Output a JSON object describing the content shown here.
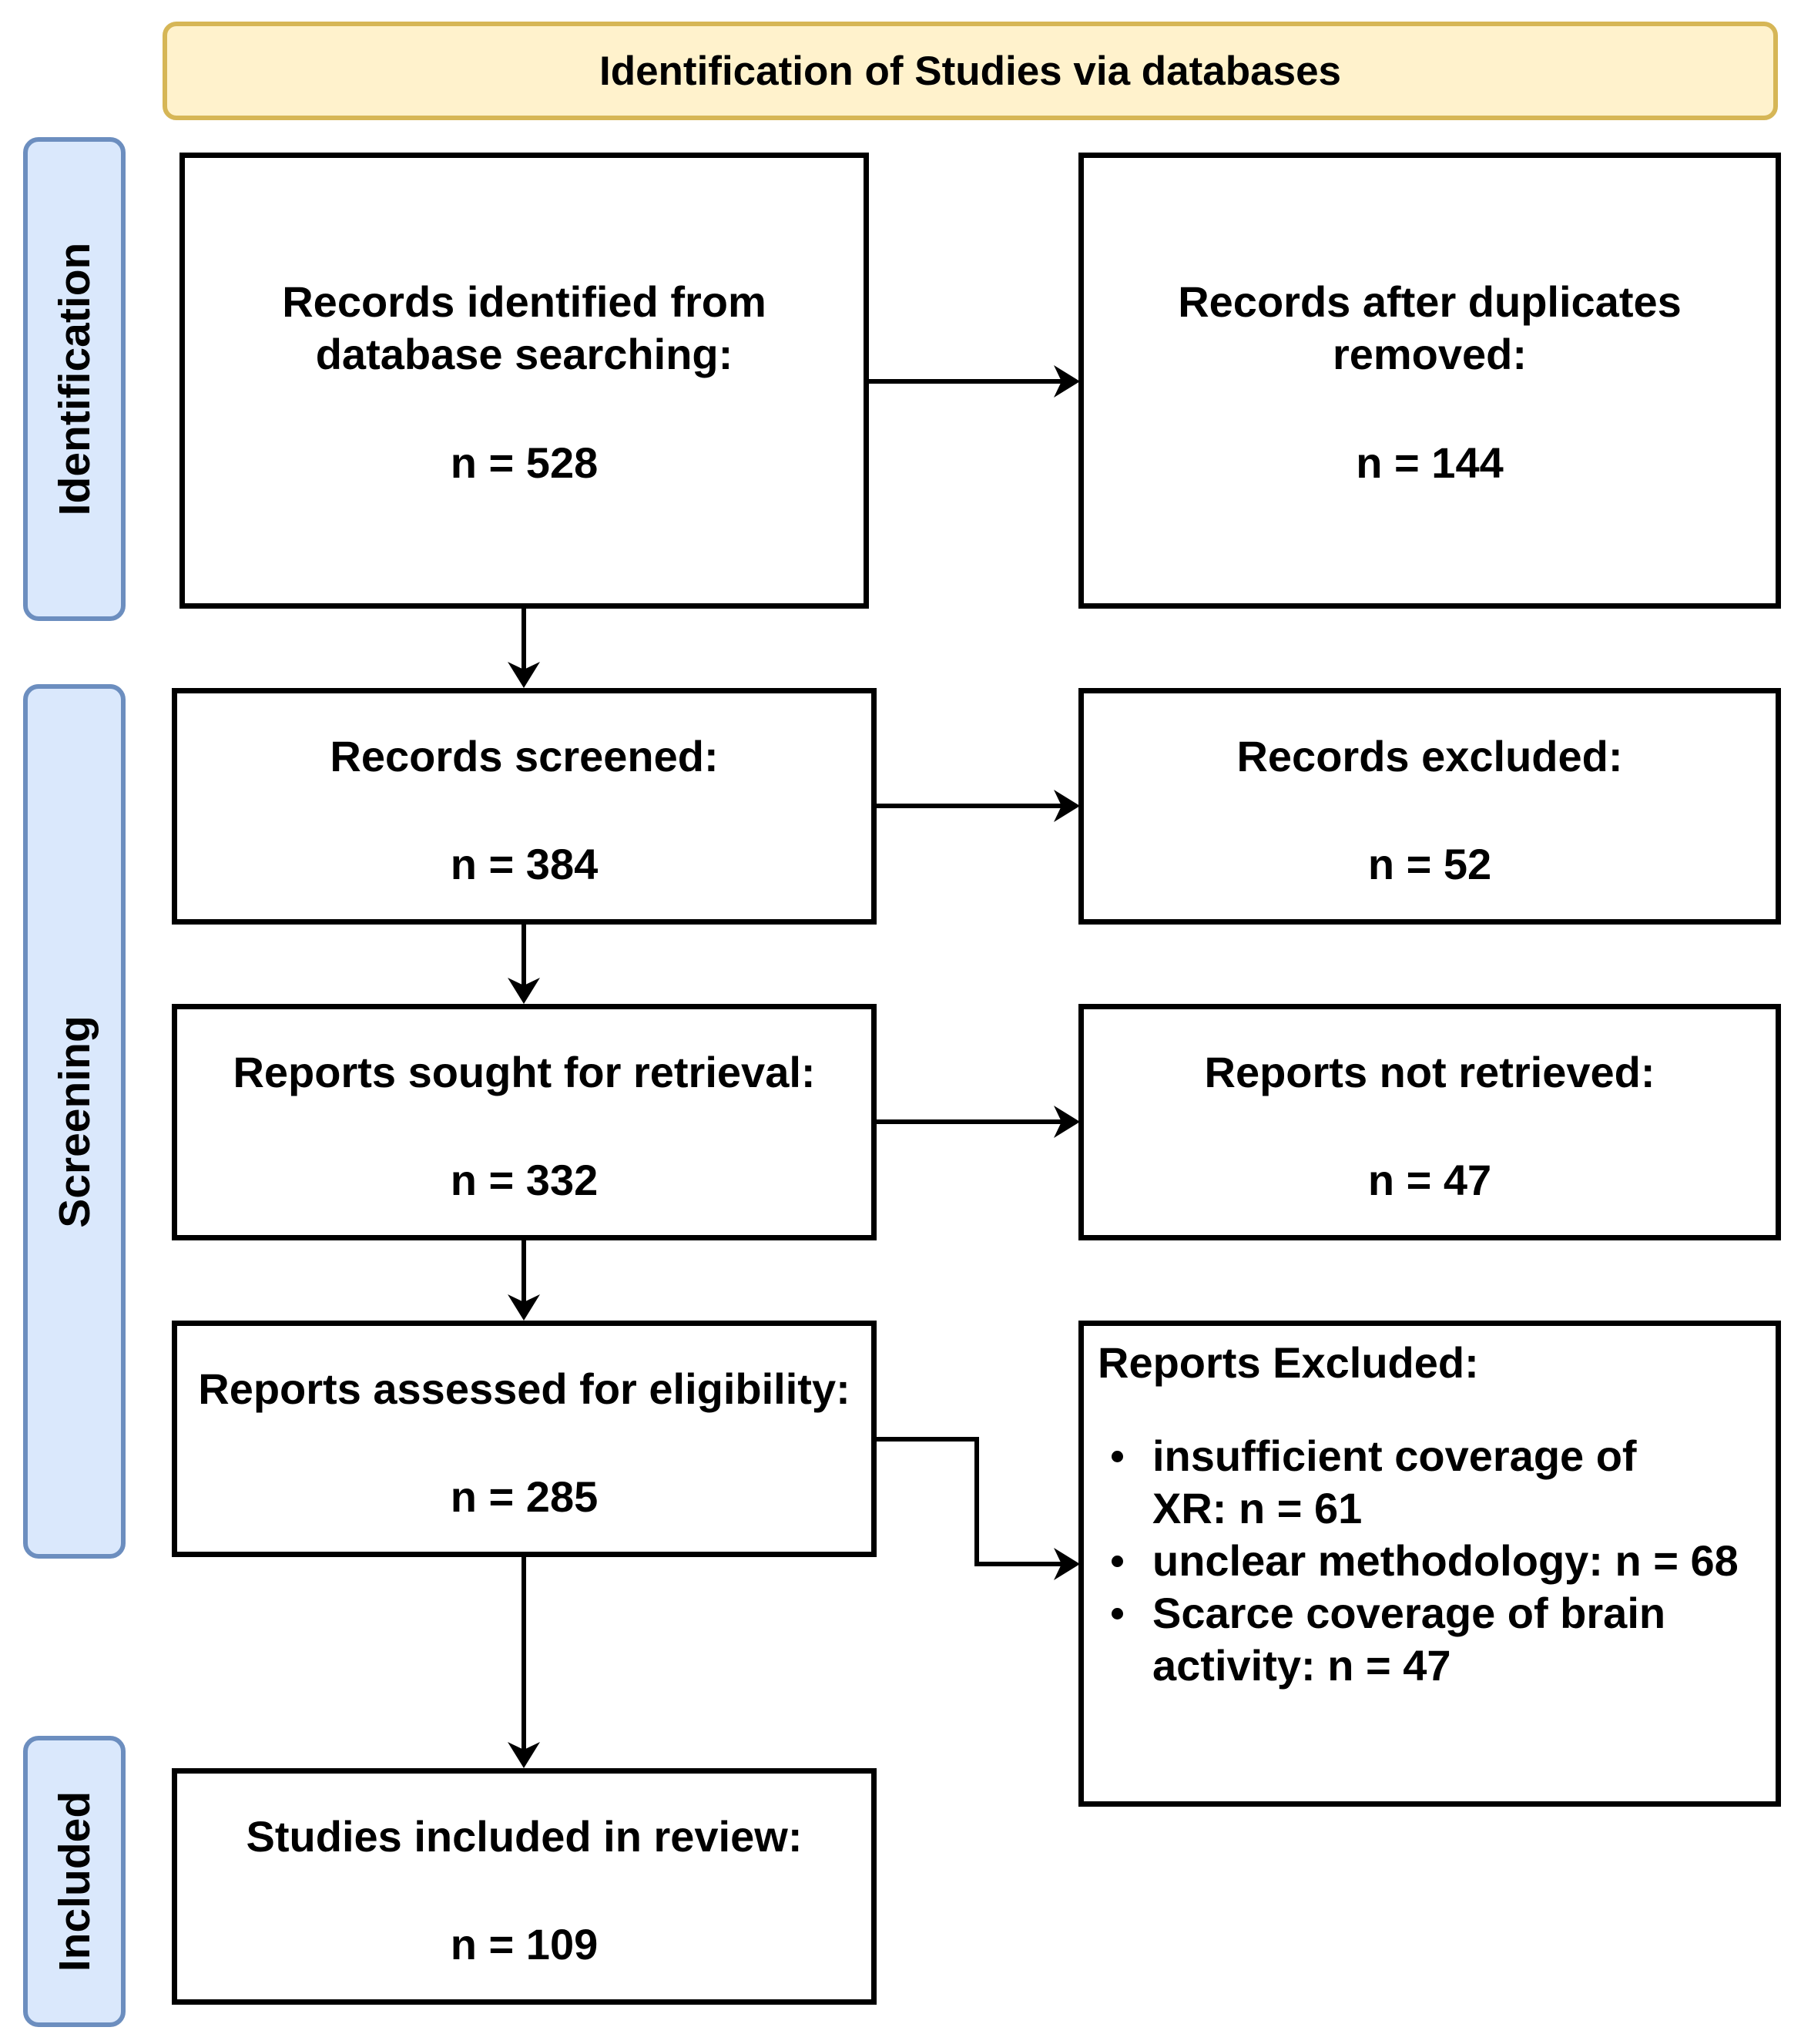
{
  "header": {
    "title": "Identification of Studies via databases"
  },
  "phases": {
    "identification": "Identification",
    "screening": "Screening",
    "included": "Included"
  },
  "boxes": {
    "identified": {
      "label_line1": "Records identified from",
      "label_line2": "database searching:",
      "count": "n = 528"
    },
    "after_duplicates": {
      "label_line1": "Records after duplicates",
      "label_line2": "removed:",
      "count": "n = 144"
    },
    "screened": {
      "label": "Records screened:",
      "count": "n = 384"
    },
    "excluded": {
      "label": "Records excluded:",
      "count": "n = 52"
    },
    "sought": {
      "label": "Reports sought for retrieval:",
      "count": "n = 332"
    },
    "not_retrieved": {
      "label": "Reports not retrieved:",
      "count": "n = 47"
    },
    "assessed": {
      "label": "Reports assessed for eligibility:",
      "count": "n = 285"
    },
    "reports_excluded": {
      "label": "Reports Excluded:",
      "reasons": [
        {
          "line1": "insufficient coverage of",
          "line2": "XR: n = 61"
        },
        {
          "line1": "unclear methodology: n = 68",
          "line2": ""
        },
        {
          "line1": "Scarce coverage of brain",
          "line2": "activity: n = 47"
        }
      ]
    },
    "included": {
      "label": "Studies included in review:",
      "count": "n = 109"
    }
  },
  "colors": {
    "header_fill": "#fff2cc",
    "header_border": "#d6b656",
    "phase_fill": "#dae8fc",
    "phase_border": "#6c8ebf",
    "box_border": "#000000"
  }
}
